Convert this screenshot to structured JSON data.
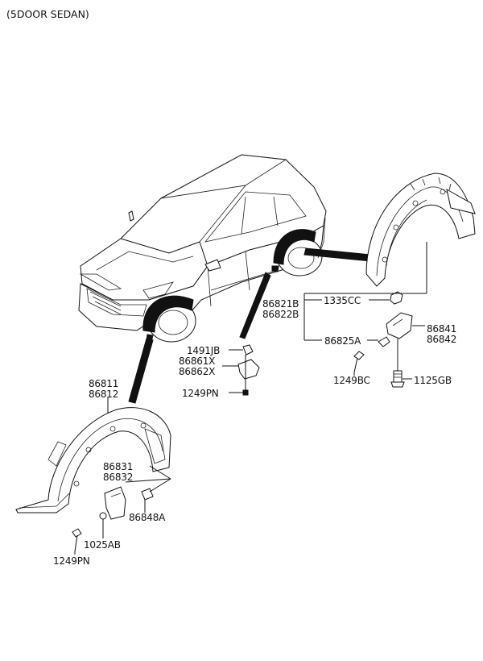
{
  "header": {
    "title": "(5DOOR SEDAN)"
  },
  "callouts": {
    "a": {
      "l1": "86811",
      "l2": "86812"
    },
    "b": {
      "l1": "86821B",
      "l2": "86822B"
    },
    "c": "1335CC",
    "d": "86825A",
    "e": {
      "l1": "86841",
      "l2": "86842"
    },
    "f": "1249BC",
    "g": "1125GB",
    "h": "1491JB",
    "i": {
      "l1": "86861X",
      "l2": "86862X"
    },
    "j": "1249PN",
    "k": {
      "l1": "86831",
      "l2": "86832"
    },
    "l": "86848A",
    "m": "1025AB",
    "n": "1249PN"
  }
}
